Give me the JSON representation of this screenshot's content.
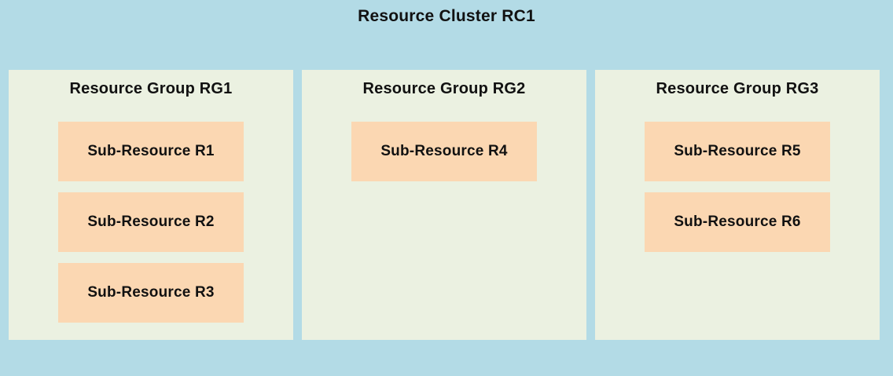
{
  "diagram": {
    "title": "Resource Cluster RC1",
    "groups": [
      {
        "title": "Resource Group RG1",
        "resources": [
          "Sub-Resource R1",
          "Sub-Resource R2",
          "Sub-Resource R3"
        ]
      },
      {
        "title": "Resource Group RG2",
        "resources": [
          "Sub-Resource R4"
        ]
      },
      {
        "title": "Resource Group RG3",
        "resources": [
          "Sub-Resource R5",
          "Sub-Resource R6"
        ]
      }
    ],
    "colors": {
      "background": "#b3dbe6",
      "group_bg": "#ebf1e1",
      "resource_bg": "#fbd7b2",
      "text": "#111111"
    }
  }
}
